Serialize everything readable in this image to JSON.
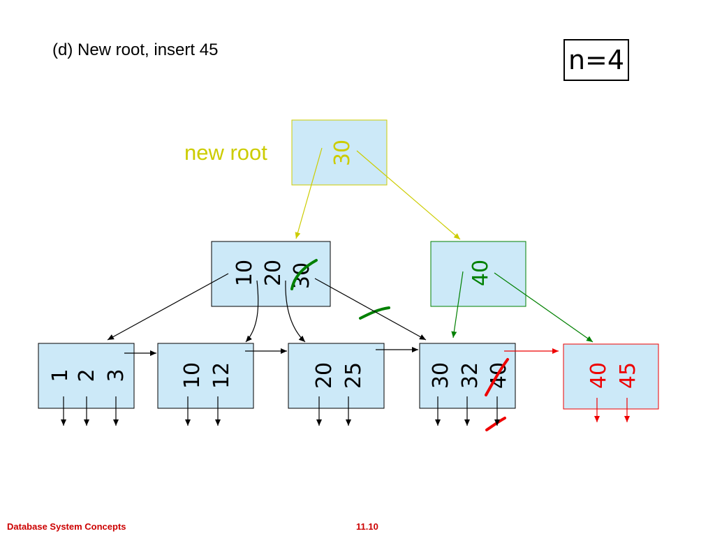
{
  "title": "(d) New root,  insert 45",
  "n_label": "n=4",
  "new_root_label": "new root",
  "footer": {
    "left": "Database System Concepts",
    "right": "11.10"
  },
  "colors": {
    "root": "#cccc00",
    "inserted_internal": "#008000",
    "inserted_leaf": "#ee0000",
    "node_fill": "#cce9f8",
    "footer_text": "#cc0000"
  },
  "nodes": {
    "root": {
      "keys": [
        "30"
      ]
    },
    "internal_left": {
      "keys": [
        "10",
        "20",
        "30"
      ],
      "struck_key": "30"
    },
    "internal_right": {
      "keys": [
        "40"
      ]
    },
    "leaves": [
      {
        "keys": [
          "1",
          "2",
          "3"
        ]
      },
      {
        "keys": [
          "10",
          "12"
        ]
      },
      {
        "keys": [
          "20",
          "25"
        ]
      },
      {
        "keys": [
          "30",
          "32",
          "40"
        ],
        "struck_key": "40"
      },
      {
        "keys": [
          "40",
          "45"
        ]
      }
    ]
  }
}
